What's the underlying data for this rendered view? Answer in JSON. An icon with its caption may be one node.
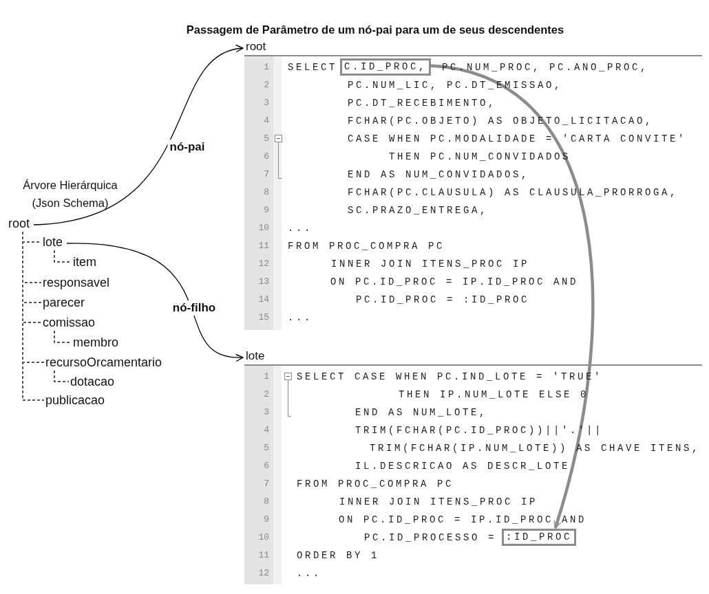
{
  "diagram": {
    "title": "Passagem de Parâmetro de um nó-pai para um de seus descendentes",
    "nodes": [
      {
        "text": [
          "root"
        ]
      },
      {
        "text": [
          "lote"
        ]
      },
      {
        "text": [
          "item"
        ]
      },
      {
        "text": [
          "responsavel"
        ]
      },
      {
        "text": [
          "parecer"
        ]
      },
      {
        "text": [
          "comissao"
        ]
      },
      {
        "text": [
          "membro"
        ]
      },
      {
        "text": [
          "recursoOrcamentario"
        ]
      },
      {
        "text": [
          "dotacao"
        ]
      },
      {
        "text": [
          "publicacao"
        ]
      },
      {
        "text": [
          "root"
        ]
      },
      {
        "text": [
          "C.ID_PROC,"
        ],
        "in": 10
      },
      {
        "text": [
          "lote"
        ]
      },
      {
        "text": [
          ":ID_PROC"
        ],
        "in": 12
      }
    ],
    "edges": [
      {
        "from": 0,
        "to": 1,
        "arrow": "none",
        "style": "dashed"
      },
      {
        "from": 1,
        "to": 2,
        "arrow": "none",
        "style": "dashed"
      },
      {
        "from": 0,
        "to": 3,
        "arrow": "none",
        "style": "dashed"
      },
      {
        "from": 0,
        "to": 4,
        "arrow": "none",
        "style": "dashed"
      },
      {
        "from": 0,
        "to": 5,
        "arrow": "none",
        "style": "dashed"
      },
      {
        "from": 5,
        "to": 6,
        "arrow": "none",
        "style": "dashed"
      },
      {
        "from": 0,
        "to": 7,
        "arrow": "none",
        "style": "dashed"
      },
      {
        "from": 7,
        "to": 8,
        "arrow": "none",
        "style": "dashed"
      },
      {
        "from": 0,
        "to": 9,
        "arrow": "none",
        "style": "dashed"
      },
      {
        "from": 0,
        "to": 10,
        "arrow": "to",
        "label": "nó-pai",
        "color": "#000000"
      },
      {
        "from": 1,
        "to": 12,
        "arrow": "to",
        "label": "nó-filho",
        "color": "#000000"
      },
      {
        "from": 11,
        "to": 13,
        "arrow": "to",
        "style": "thick",
        "color": "#8c8c8c"
      }
    ],
    "labels": [
      "Árvore Hierárquica (Json Schema)",
      "1",
      "SELECT",
      "PC.NUM_PROC, PC.ANO_PROC,",
      "2",
      "PC.NUM_LIC, PC.DT_EMISSAO,",
      "3",
      "PC.DT_RECEBIMENTO,",
      "4",
      "FCHAR(PC.OBJETO) AS OBJETO_LICITACAO,",
      "5",
      "CASE WHEN PC.MODALIDADE = 'CARTA CONVITE'",
      "6",
      "THEN PC.NUM_CONVIDADOS",
      "7",
      "END AS NUM_CONVIDADOS,",
      "8",
      "FCHAR(PC.CLAUSULA) AS CLAUSULA_PRORROGA,",
      "9",
      "SC.PRAZO_ENTREGA,",
      "10",
      "...",
      "11",
      "FROM PROC_COMPRA PC",
      "12",
      "INNER JOIN ITENS_PROC IP",
      "13",
      "ON PC.ID_PROC = IP.ID_PROC AND",
      "14",
      "PC.ID_PROC = :ID_PROC",
      "15",
      "...",
      "1",
      "SELECT CASE WHEN PC.IND_LOTE = 'TRUE'",
      "2",
      "THEN IP.NUM_LOTE ELSE 0",
      "3",
      "END AS NUM_LOTE,",
      "4",
      "TRIM(FCHAR(PC.ID_PROC))||'.'||",
      "5",
      "TRIM(FCHAR(IP.NUM_LOTE)) AS CHAVE ITENS,",
      "6",
      "IL.DESCRICAO AS DESCR_LOTE",
      "7",
      "FROM PROC_COMPRA PC",
      "8",
      "INNER JOIN ITENS_PROC IP",
      "9",
      "ON PC.ID_PROC = IP.ID_PROC AND",
      "10",
      "PC.ID_PROCESSO =",
      "11",
      "ORDER BY 1",
      "12",
      "..."
    ]
  }
}
